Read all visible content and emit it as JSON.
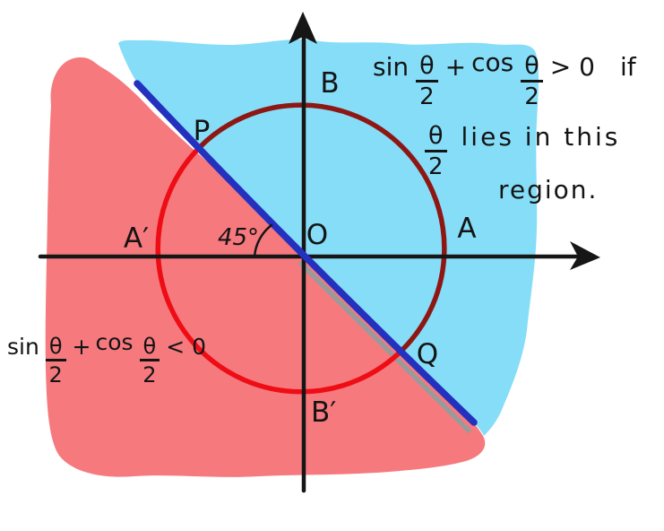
{
  "colors": {
    "region_positive_fill": "#85DDF8",
    "region_negative_fill": "#F6797E",
    "diagonal_line": "#2431BE",
    "circle_positive_arc": "#8E1713",
    "circle_negative_arc": "#EE0D15",
    "shadow": "#9A9A9A",
    "axis": "#161616"
  },
  "points": {
    "origin": "O",
    "a": "A",
    "a_prime": "A′",
    "b": "B",
    "b_prime": "B′",
    "p": "P",
    "q": "Q"
  },
  "angle_label": "45°",
  "formula_positive": {
    "sin": "sin",
    "theta": "θ",
    "denominator": "2",
    "plus": "+",
    "cos": "cos",
    "comparison": "> 0",
    "if_word": "if",
    "line2": "lies in this",
    "line3": "region."
  },
  "formula_negative": {
    "sin": "sin",
    "theta": "θ",
    "denominator": "2",
    "plus": "+",
    "cos": "cos",
    "comparison": "< 0"
  }
}
